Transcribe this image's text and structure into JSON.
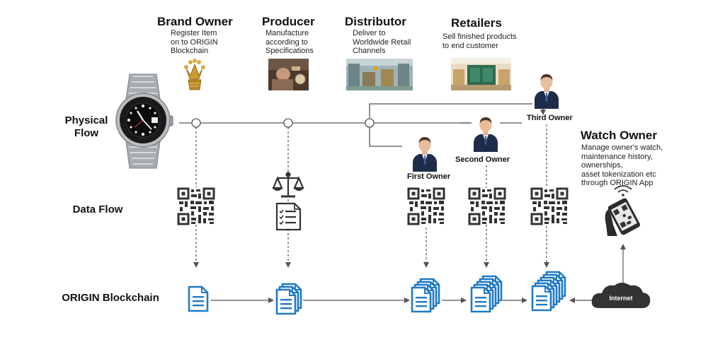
{
  "roles": {
    "brand_owner": {
      "title": "Brand Owner",
      "desc": "Register Item\non to ORIGIN\nBlockchain"
    },
    "producer": {
      "title": "Producer",
      "desc": "Manufacture\naccording to\nSpecifications"
    },
    "distributor": {
      "title": "Distributor",
      "desc": "Deliver to\nWorldwide Retail\nChannels"
    },
    "retailers": {
      "title": "Retailers",
      "desc": "Sell finished products\nto end customer"
    },
    "watch_owner": {
      "title": "Watch Owner",
      "desc": "Manage owner's watch,\nmaintenance history,\nownerships,\nasset tokenization etc\nthrough ORIGIN App"
    }
  },
  "rows": {
    "physical_flow": "Physical\nFlow",
    "data_flow": "Data Flow",
    "blockchain": "ORIGIN Blockchain"
  },
  "owners": {
    "first": "First Owner",
    "second": "Second Owner",
    "third": "Third Owner"
  },
  "cloud_label": "Internet",
  "colors": {
    "doc_blue": "#1f7ac7",
    "line": "#555555",
    "qr": "#333333"
  },
  "icons": [
    "watch-icon",
    "crown-icon",
    "scales-icon",
    "checklist-icon",
    "qr-code-icon",
    "document-icon",
    "phone-icon",
    "cloud-icon"
  ]
}
